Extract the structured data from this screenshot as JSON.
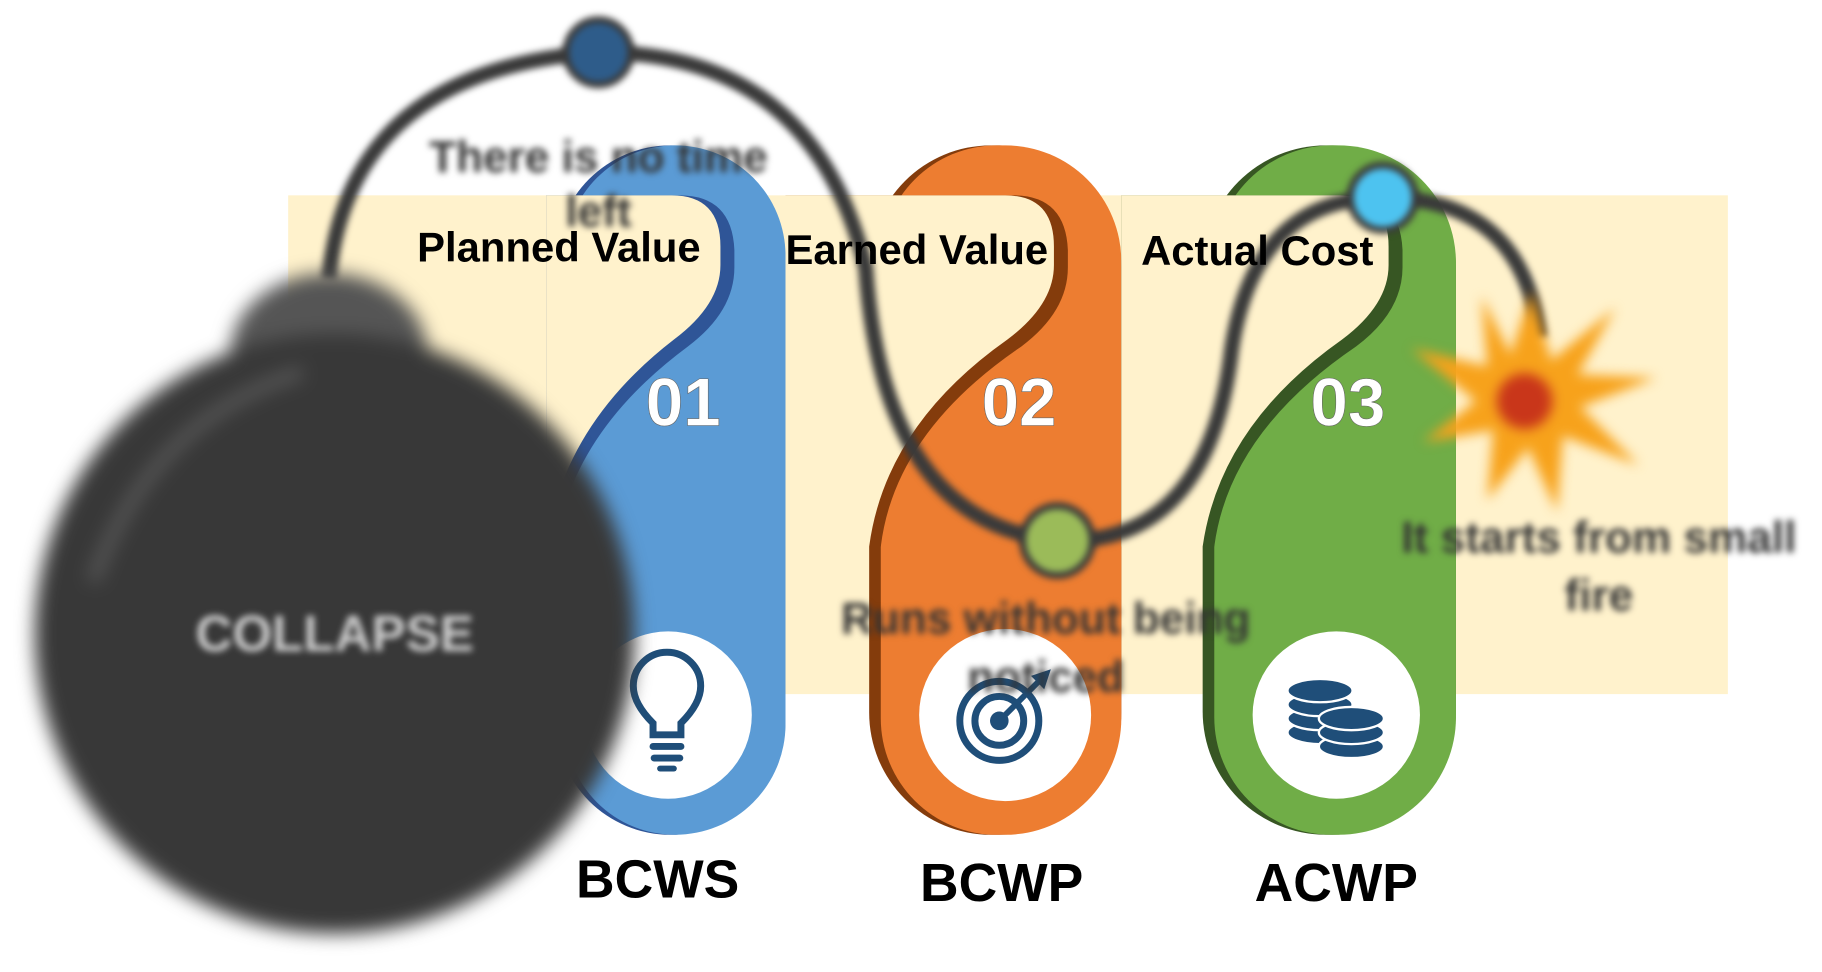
{
  "colors": {
    "background_band": "#FFF2CC",
    "blue": "#5B9BD5",
    "blue_edge": "#2F5597",
    "orange": "#ED7D31",
    "orange_edge": "#843C0C",
    "green": "#70AD47",
    "green_edge": "#375623",
    "icon": "#1F4E79",
    "bomb": "#383838"
  },
  "bomb": {
    "label": "COLLAPSE",
    "fuse_notes": [
      {
        "line1": "There is no time",
        "line2": "left",
        "node_color": "#2E5C8A"
      },
      {
        "line1": "Runs without being",
        "line2": "noticed",
        "node_color": "#9BBB59"
      },
      {
        "line1": "It starts from small",
        "line2": "fire",
        "node_color": "#4DC3F0"
      }
    ]
  },
  "steps": [
    {
      "number": "01",
      "title": "Planned Value",
      "acronym": "BCWS",
      "icon": "lightbulb-icon",
      "color": "#5B9BD5"
    },
    {
      "number": "02",
      "title": "Earned Value",
      "acronym": "BCWP",
      "icon": "target-icon",
      "color": "#ED7D31"
    },
    {
      "number": "03",
      "title": "Actual Cost",
      "acronym": "ACWP",
      "icon": "coins-icon",
      "color": "#70AD47"
    }
  ]
}
